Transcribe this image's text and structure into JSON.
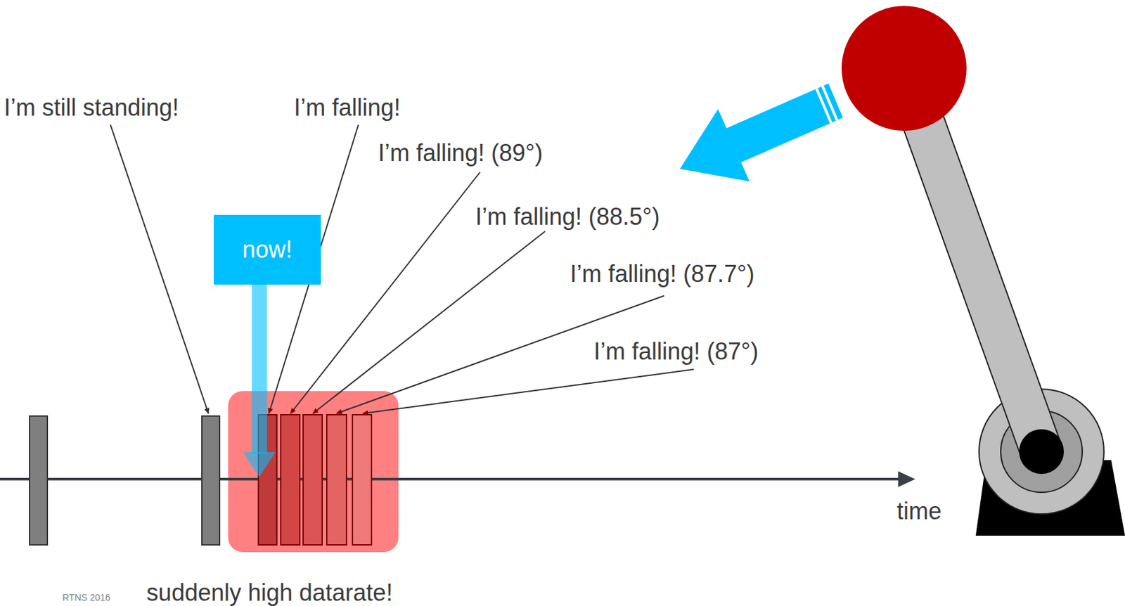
{
  "diagram": {
    "nodes": [
      {
        "text": [
          "now!"
        ]
      },
      {
        "text": [
          "suddenly high datarate!"
        ]
      }
    ],
    "labels": [
      "I’m still standing!",
      "I’m falling!",
      "I’m falling! (89°)",
      "I’m falling! (88.5°)",
      "I’m falling! (87.7°)",
      "I’m falling! (87°)",
      "time",
      "RTNS 2016"
    ]
  }
}
